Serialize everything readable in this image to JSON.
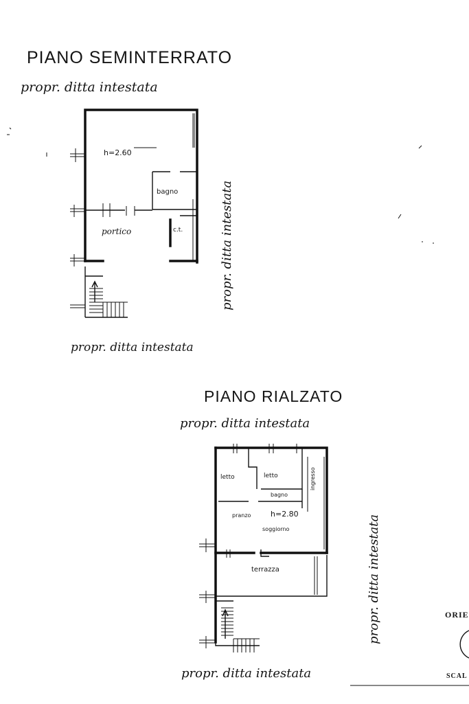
{
  "sheet": {
    "floor1": {
      "title": "PIANO SEMINTERRATO",
      "owner_top": "propr. ditta intestata",
      "owner_right": "propr. ditta intestata",
      "owner_bottom": "propr. ditta intestata",
      "height_label": "h=2.60",
      "rooms": {
        "bath": "bagno",
        "porch": "portico",
        "ct": "c.t."
      }
    },
    "floor2": {
      "title": "PIANO RIALZATO",
      "owner_top": "propr. ditta intestata",
      "owner_right": "propr. ditta intestata",
      "owner_bottom": "propr. ditta intestata",
      "height_label": "h=2.80",
      "rooms": {
        "bed1": "letto",
        "bed2": "letto",
        "bath": "bagno",
        "entrance": "ingresso",
        "dining": "pranzo",
        "living": "soggiorno",
        "terrace": "terrazza"
      }
    },
    "orientation_label": "ORIE",
    "scale_label": "SCAL"
  }
}
